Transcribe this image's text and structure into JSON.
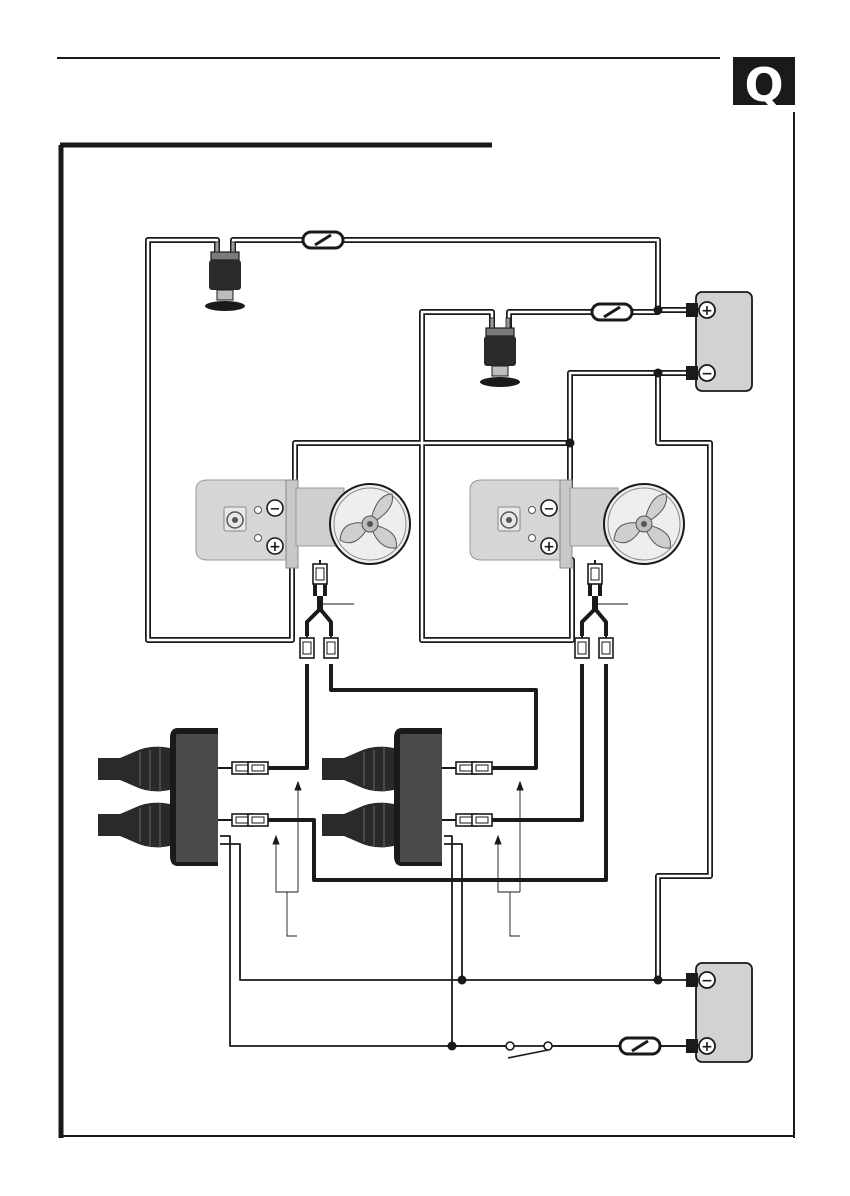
{
  "page": {
    "logo_letter": "Q",
    "colors": {
      "ink": "#1a1a1a",
      "wire_fill": "#ffffff",
      "battery_fill": "#d2d2d2",
      "thruster_fill": "#d6d6d6",
      "joystick_fill": "#3a3a3a"
    }
  },
  "diagram": {
    "terminals": {
      "positive": "+",
      "negative": "−"
    },
    "components": [
      "battery-main",
      "battery-aux",
      "solenoid-left",
      "solenoid-right",
      "fuse-main",
      "fuse-right",
      "fuse-aux",
      "thruster-left",
      "thruster-right",
      "joystick-left",
      "joystick-right",
      "main-switch"
    ]
  }
}
